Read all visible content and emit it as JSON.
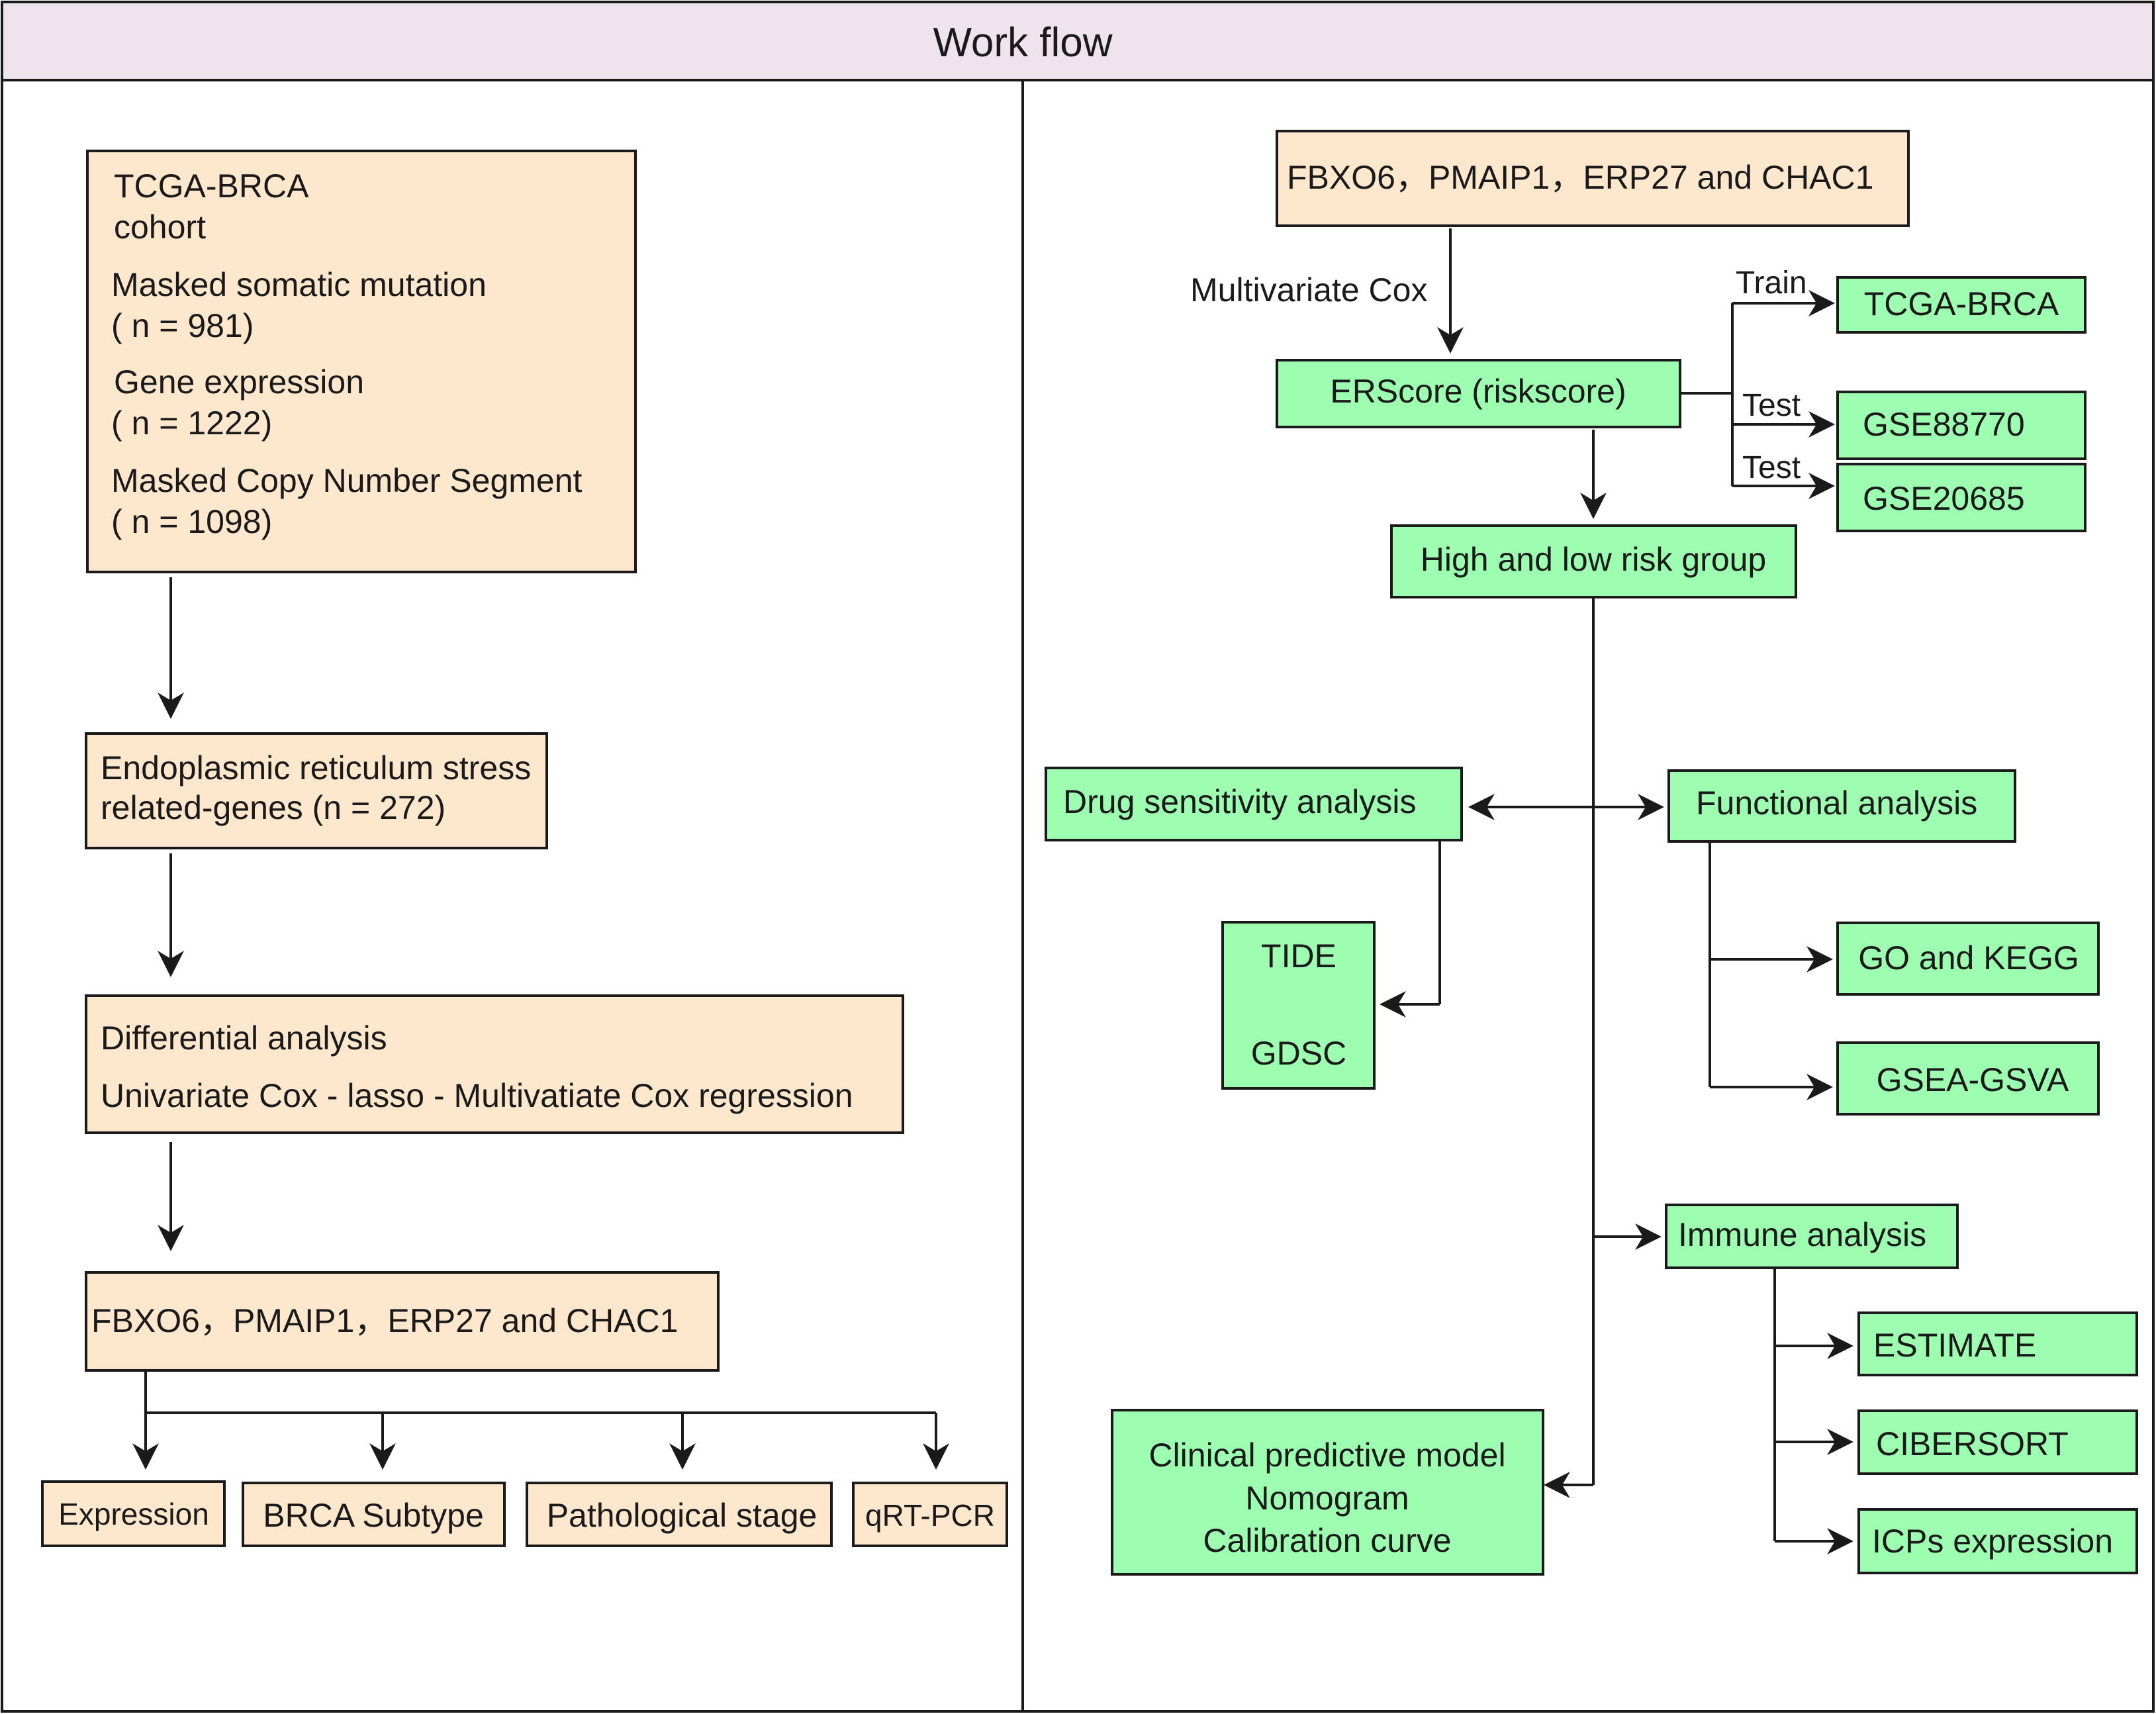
{
  "colors": {
    "title_band": "#efe3ee",
    "source_box": "#fde7cd",
    "result_box": "#9dfdb0",
    "line": "#1a1a1a"
  },
  "header": {
    "title": "Work flow"
  },
  "left_panel": {
    "cohort": {
      "title_line1": "TCGA-BRCA",
      "title_line2": "cohort",
      "items": [
        {
          "name": "Masked somatic mutation",
          "count": "( n = 981)"
        },
        {
          "name": "Gene expression",
          "count": "( n = 1222)"
        },
        {
          "name": "Masked Copy Number Segment",
          "count": "( n = 1098)"
        }
      ]
    },
    "er_genes": {
      "line1": "Endoplasmic reticulum stress",
      "line2": "related-genes (n = 272)"
    },
    "analysis": {
      "line1": "Differential analysis",
      "line2": "Univariate Cox - lasso - Multivatiate Cox regression"
    },
    "signature": "FBXO6，PMAIP1，ERP27 and CHAC1",
    "outputs": [
      "Expression",
      "BRCA Subtype",
      "Pathological stage",
      "qRT-PCR"
    ]
  },
  "right_panel": {
    "signature": "FBXO6，PMAIP1，ERP27 and CHAC1",
    "edge_multivariate": "Multivariate Cox",
    "erscore": "ERScore (riskscore)",
    "validation": [
      {
        "edge": "Train",
        "dataset": "TCGA-BRCA"
      },
      {
        "edge": "Test",
        "dataset": "GSE88770"
      },
      {
        "edge": "Test",
        "dataset": "GSE20685"
      }
    ],
    "risk_group": "High and low risk group",
    "drug": {
      "label": "Drug sensitivity analysis",
      "tools": [
        "TIDE",
        "GDSC"
      ]
    },
    "functional": {
      "label": "Functional analysis",
      "children": [
        "GO and KEGG",
        "GSEA-GSVA"
      ]
    },
    "immune": {
      "label": "Immune analysis",
      "children": [
        "ESTIMATE",
        "CIBERSORT",
        "ICPs expression"
      ]
    },
    "clinical": {
      "lines": [
        "Clinical predictive model",
        "Nomogram",
        "Calibration curve"
      ]
    }
  }
}
